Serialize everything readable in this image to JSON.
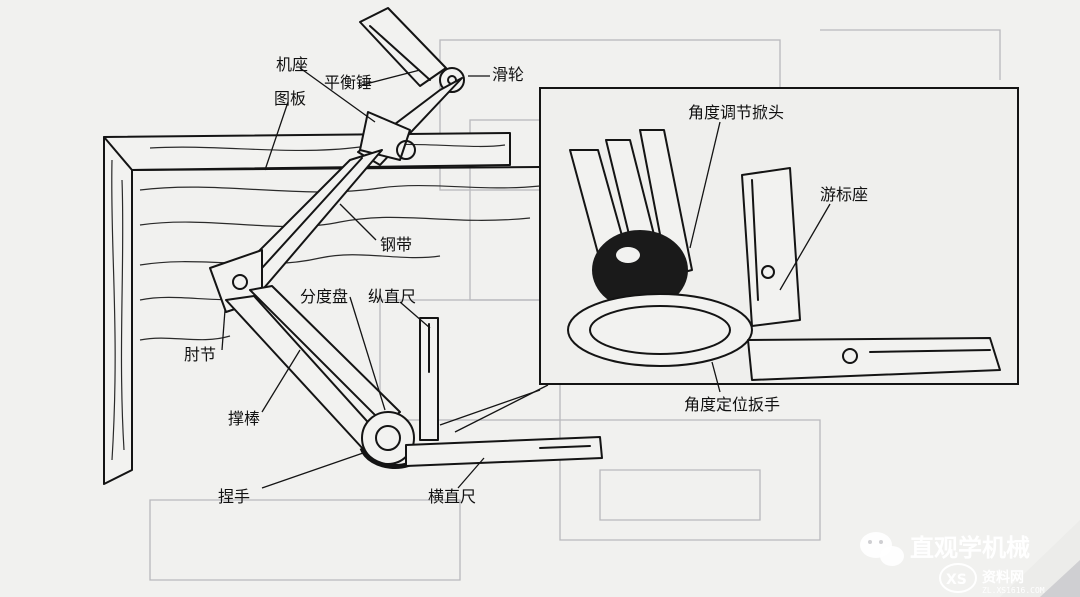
{
  "labels": {
    "jizuo": "机座",
    "pinghengchui": "平衡锤",
    "hualun": "滑轮",
    "tuban": "图板",
    "gangdai": "钢带",
    "fendupan": "分度盘",
    "zongzhichi": "纵直尺",
    "zhoujie": "肘节",
    "chengbang": "撑棒",
    "nieshou": "捏手",
    "hengzhichi": "横直尺",
    "jiaodu_tiaojie": "角度调节掀头",
    "youbiaozuo": "游标座",
    "jiaodu_dingwei": "角度定位扳手"
  },
  "watermark": {
    "brand": "直观学机械",
    "logo_text": "资料网",
    "logo_url": "ZL.XS1616.COM"
  },
  "colors": {
    "paper": "#ececea",
    "ink": "#141414",
    "background": "#cfcfd2"
  }
}
